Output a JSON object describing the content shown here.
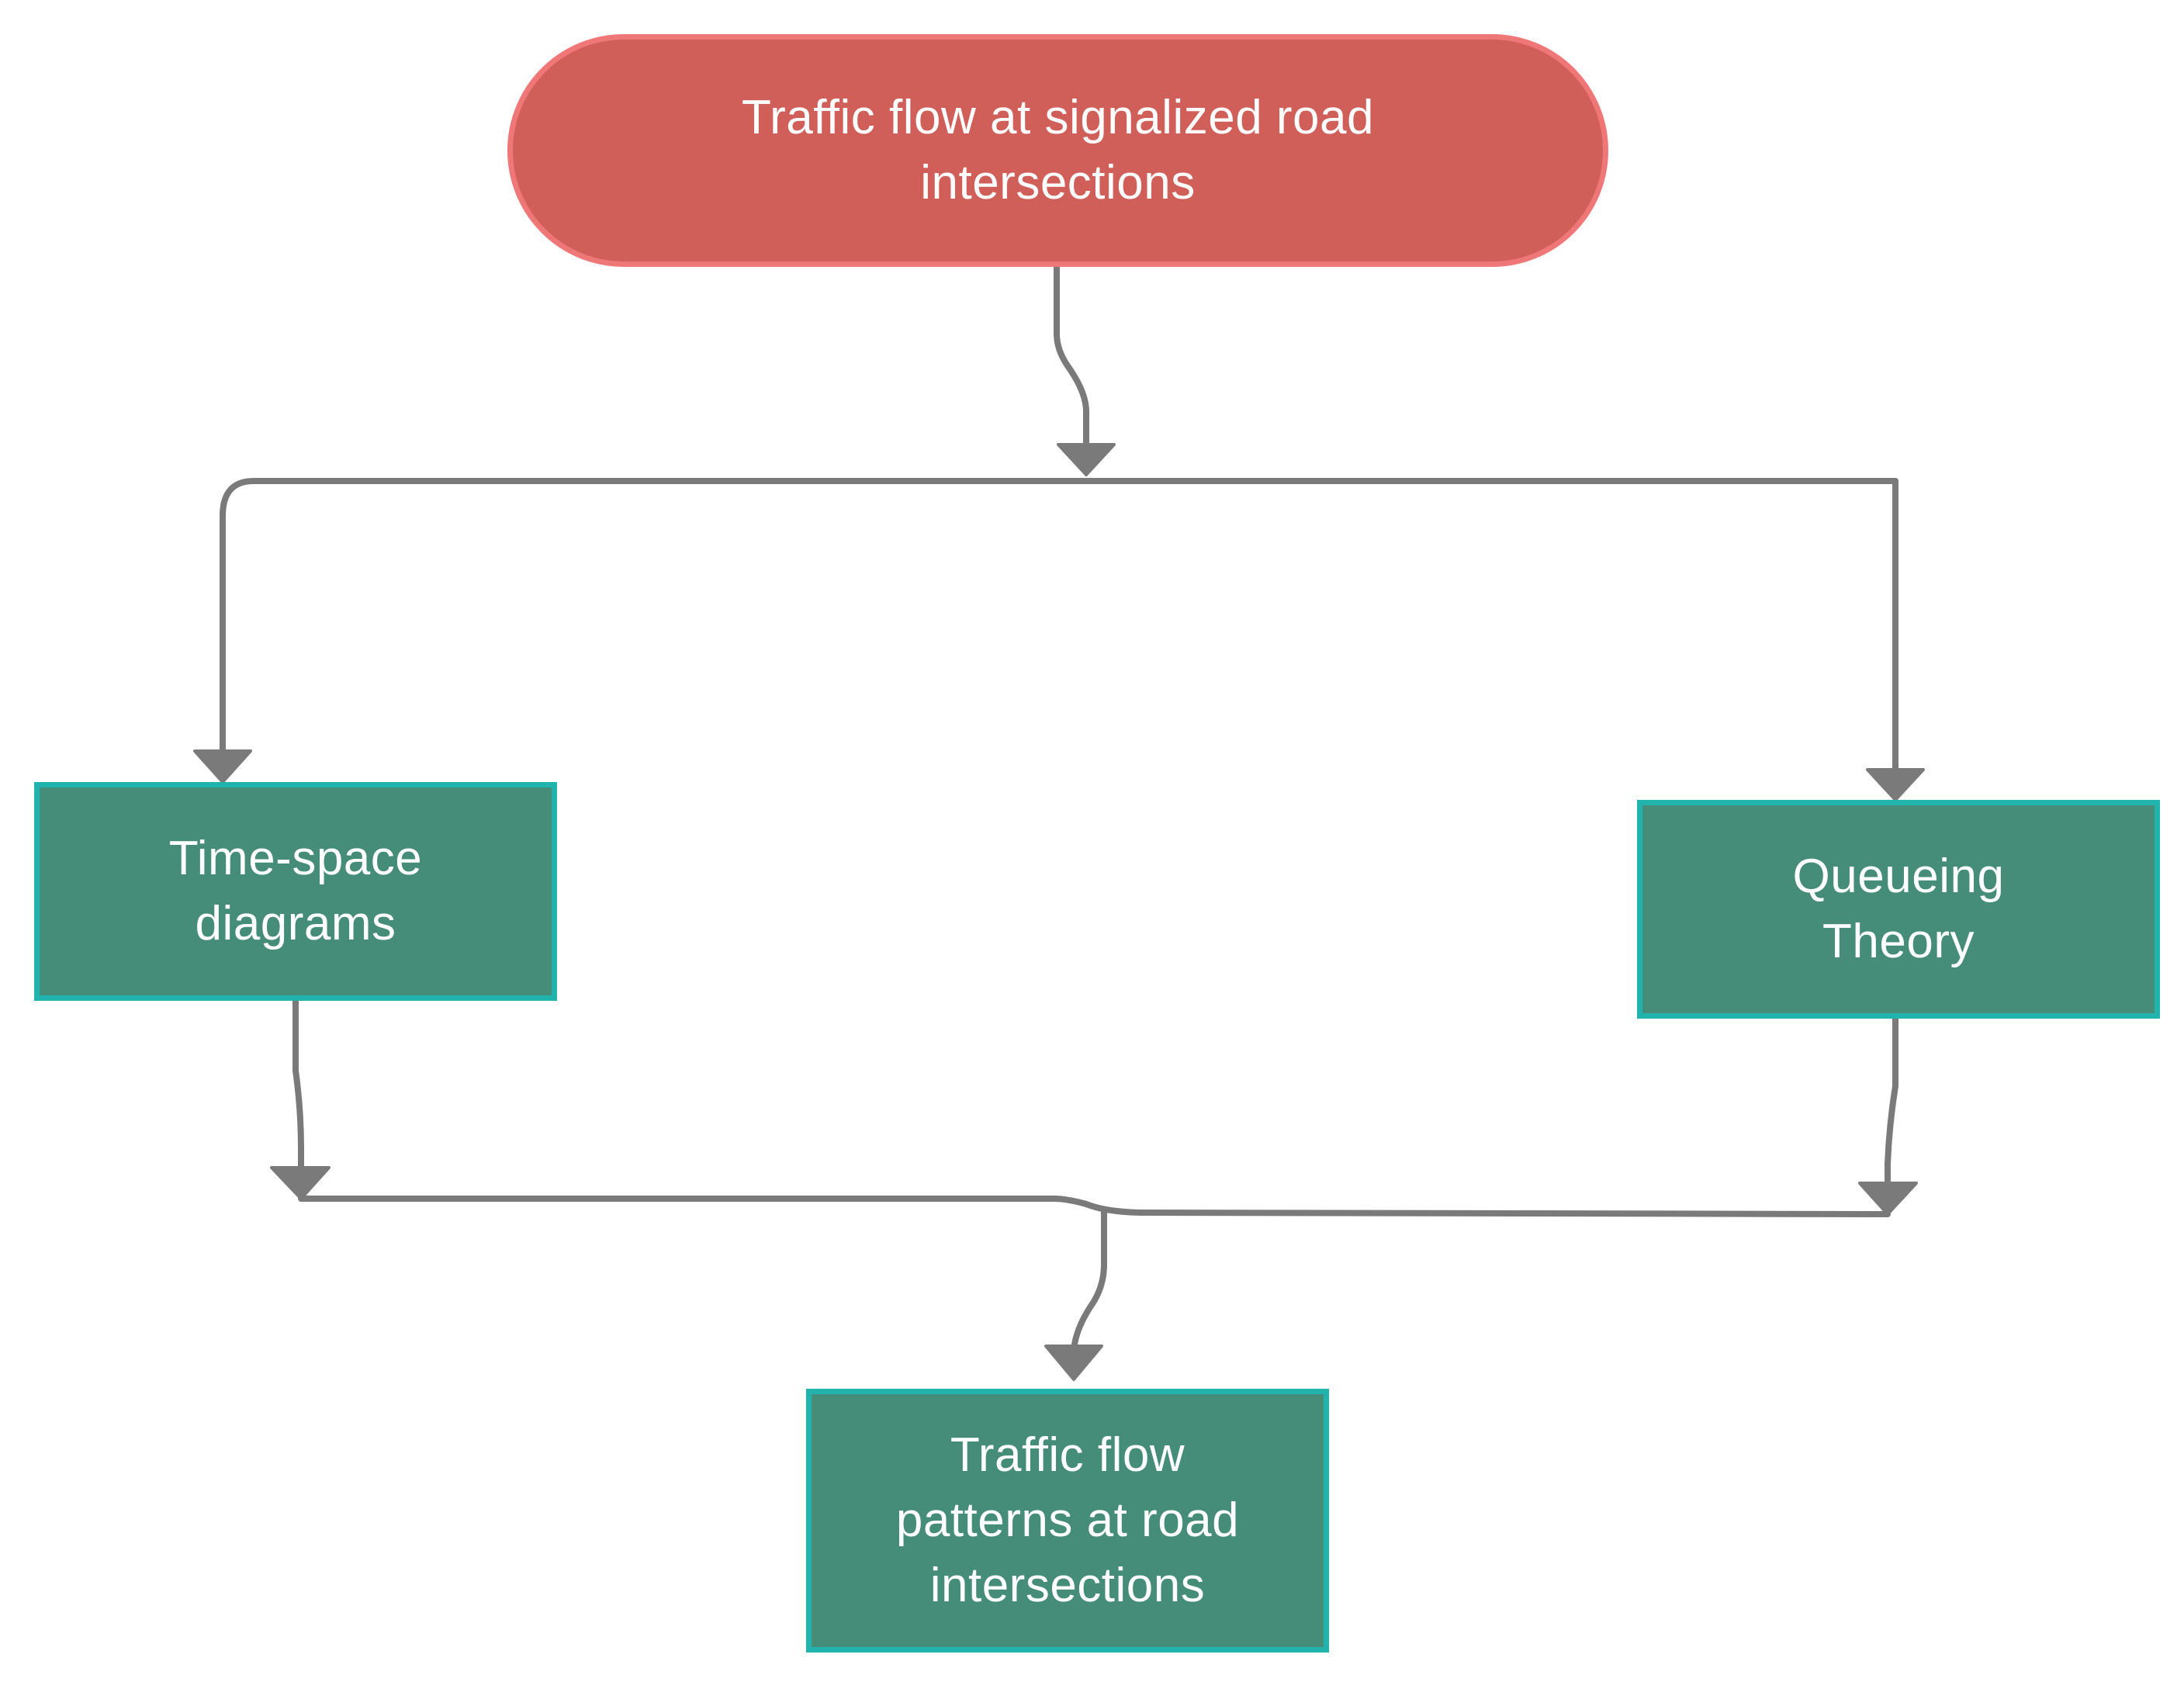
{
  "nodes": {
    "top": {
      "lines": [
        "Traffic  flow at signalized road",
        "intersections"
      ],
      "fill": "#d15f59",
      "border": "#f07777"
    },
    "time_space": {
      "lines": [
        "Time-space",
        "diagrams"
      ],
      "fill": "#458c79",
      "border": "#21b3ad"
    },
    "queueing": {
      "lines": [
        "Queueing",
        "Theory"
      ],
      "fill": "#458c79",
      "border": "#21b3ad"
    },
    "result": {
      "lines": [
        "Traffic flow",
        "patterns at road",
        "intersections"
      ],
      "fill": "#458c79",
      "border": "#21b3ad"
    }
  },
  "connectors": {
    "color": "#7a7a7a"
  }
}
